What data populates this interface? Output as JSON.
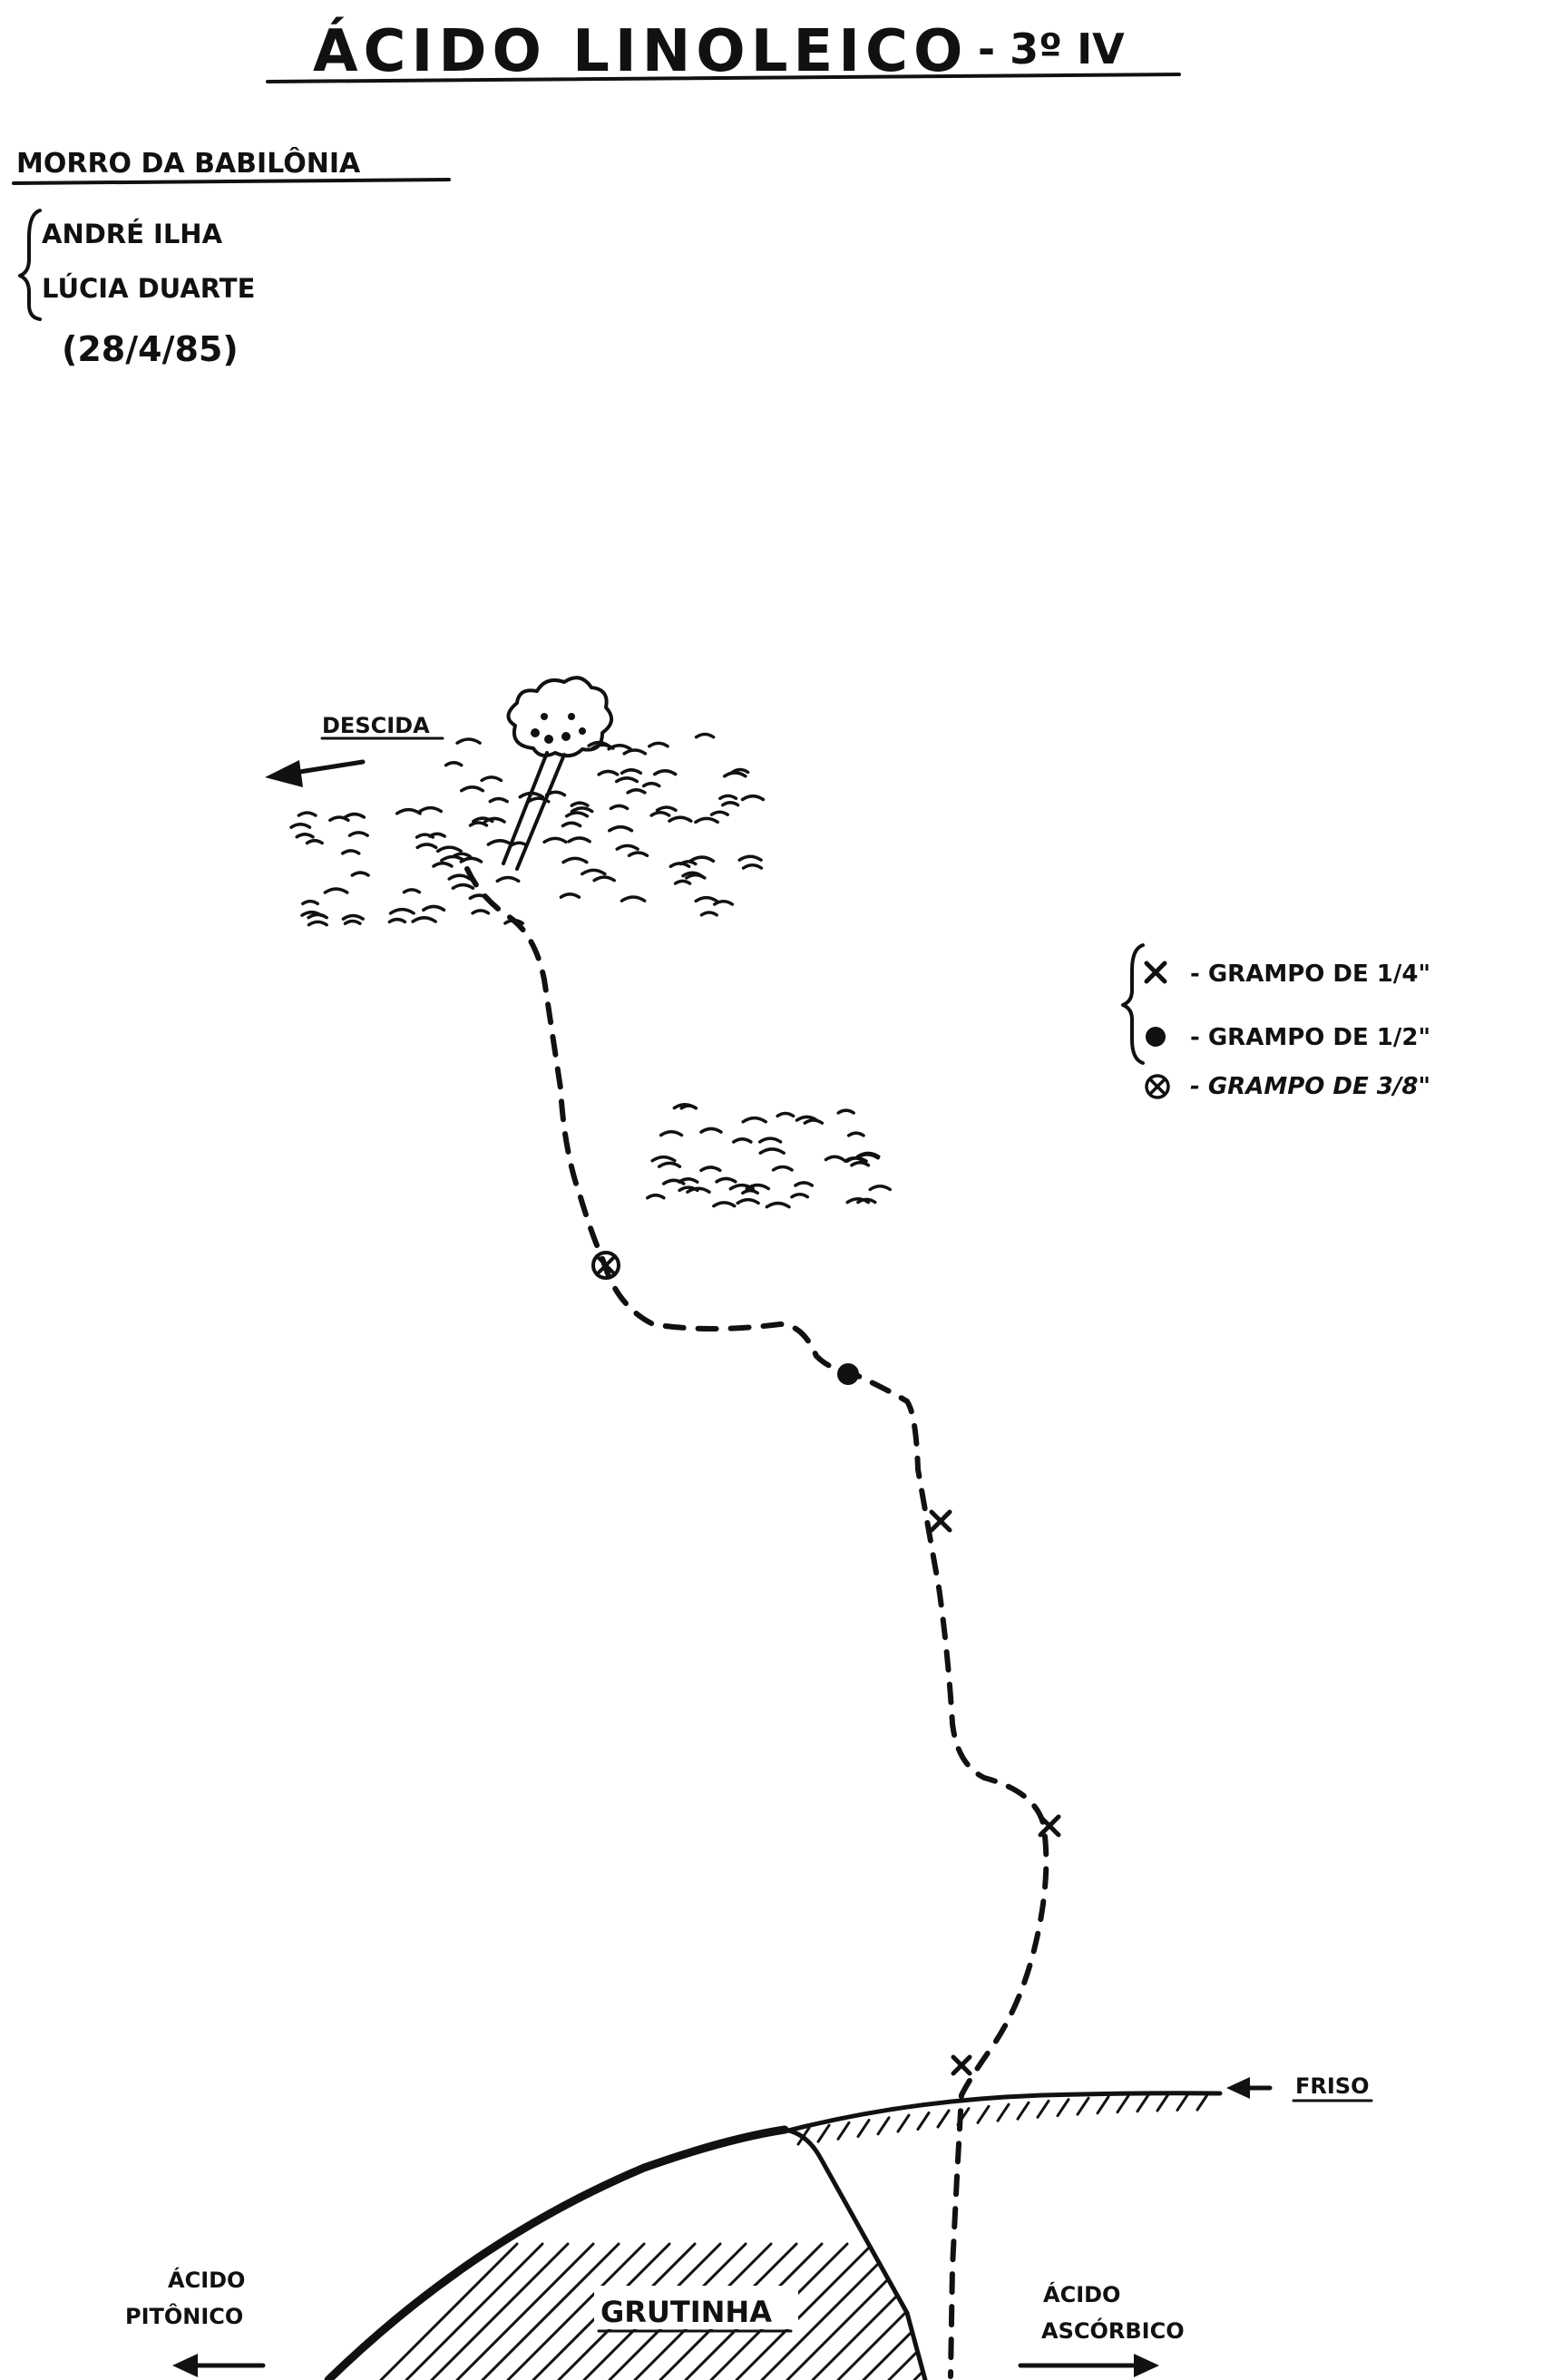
{
  "title": "ÁCIDO LINOLEICO",
  "grade": "- 3º IV",
  "location": "MORRO DA BABILÔNIA",
  "authors": [
    "ANDRÉ ILHA",
    "LÚCIA DUARTE"
  ],
  "date": "(28/4/85)",
  "labels": {
    "descent": "DESCIDA",
    "ledge": "FRISO",
    "cave": "GRUTINHA",
    "left_route_line1": "ÁCIDO",
    "left_route_line2": "PITÔNICO",
    "right_route_line1": "ÁCIDO",
    "right_route_line2": "ASCÓRBICO"
  },
  "legend": [
    {
      "symbol": "cross",
      "text": "- GRAMPO DE 1/4\""
    },
    {
      "symbol": "dot",
      "text": "- GRAMPO DE 1/2\""
    },
    {
      "symbol": "circled-cross",
      "text": "- GRAMPO DE 3/8\""
    }
  ],
  "colors": {
    "ink": "#111111",
    "paper": "#ffffff"
  }
}
